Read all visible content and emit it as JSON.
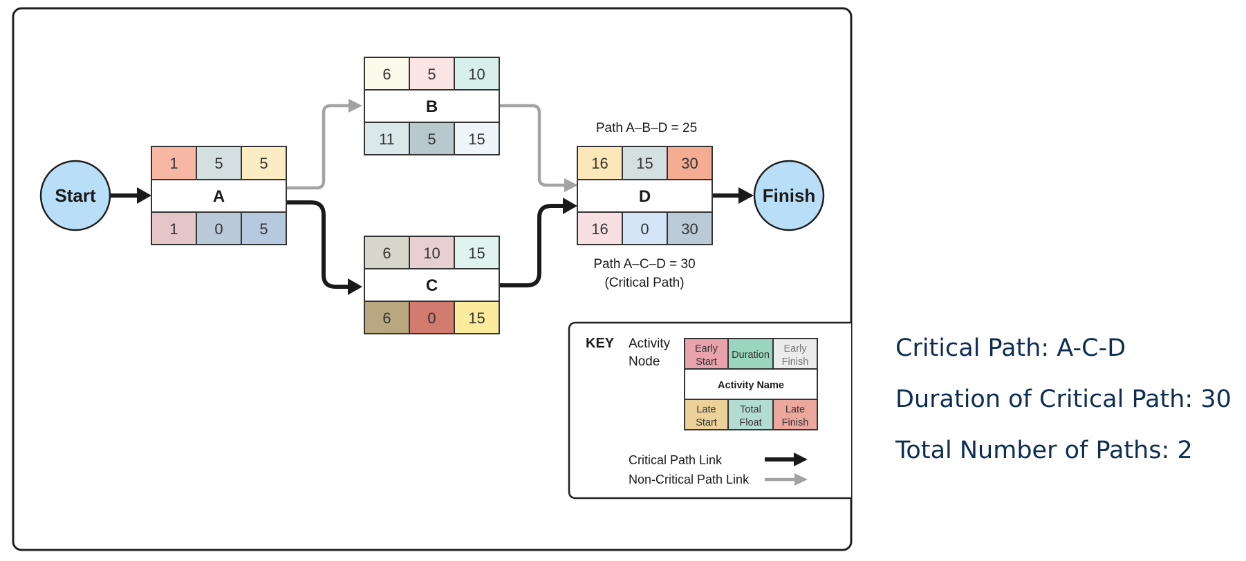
{
  "colors": {
    "critical_link": "#1a1a1a",
    "noncritical_link": "#a3a3a3",
    "terminal_fill": "#b9def8",
    "summary_text": "#0d2d52"
  },
  "terminals": {
    "start": "Start",
    "finish": "Finish"
  },
  "nodes": {
    "A": {
      "name": "A",
      "early_start": "1",
      "duration": "5",
      "early_finish": "5",
      "late_start": "1",
      "total_float": "0",
      "late_finish": "5",
      "colors": [
        "#f6b8a4",
        "#d3dfe0",
        "#fcecc3",
        "#e5c6c8",
        "#b9c9d8",
        "#b6c9de"
      ]
    },
    "B": {
      "name": "B",
      "early_start": "6",
      "duration": "5",
      "early_finish": "10",
      "late_start": "11",
      "total_float": "5",
      "late_finish": "15",
      "colors": [
        "#fcfaea",
        "#fae5e4",
        "#d8f0ec",
        "#dbe8ea",
        "#b9c8cd",
        "#eef5f8"
      ]
    },
    "C": {
      "name": "C",
      "early_start": "6",
      "duration": "10",
      "early_finish": "15",
      "late_start": "6",
      "total_float": "0",
      "late_finish": "15",
      "colors": [
        "#d6d6ca",
        "#e7cfd2",
        "#dff4ee",
        "#b9a77f",
        "#d27b6f",
        "#fbeb9d"
      ]
    },
    "D": {
      "name": "D",
      "early_start": "16",
      "duration": "15",
      "early_finish": "30",
      "late_start": "16",
      "total_float": "0",
      "late_finish": "30",
      "colors": [
        "#fbe7b8",
        "#d4dfe0",
        "#f4ad93",
        "#f8dfe2",
        "#d4e5f7",
        "#bacad6"
      ]
    }
  },
  "path_labels": {
    "abd": "Path A–B–D = 25",
    "acd_line1": "Path A–C–D = 30",
    "acd_line2": "(Critical Path)"
  },
  "key": {
    "title": "KEY",
    "node_label_line1": "Activity",
    "node_label_line2": "Node",
    "early_start": [
      "Early",
      "Start"
    ],
    "duration": "Duration",
    "early_finish": [
      "Early",
      "Finish"
    ],
    "activity_name": "Activity Name",
    "late_start": [
      "Late",
      "Start"
    ],
    "total_float": [
      "Total",
      "Float"
    ],
    "late_finish": [
      "Late",
      "Finish"
    ],
    "colors": [
      "#e8a3ad",
      "#9ad6bf",
      "#ececec",
      "#ecd299",
      "#b3dcd2",
      "#eda89e"
    ],
    "critical_link": "Critical Path Link",
    "noncritical_link": "Non-Critical Path Link"
  },
  "summary": {
    "critical_path": "Critical Path: A-C-D",
    "duration": "Duration of Critical Path: 30",
    "total_paths": "Total Number of Paths: 2"
  }
}
